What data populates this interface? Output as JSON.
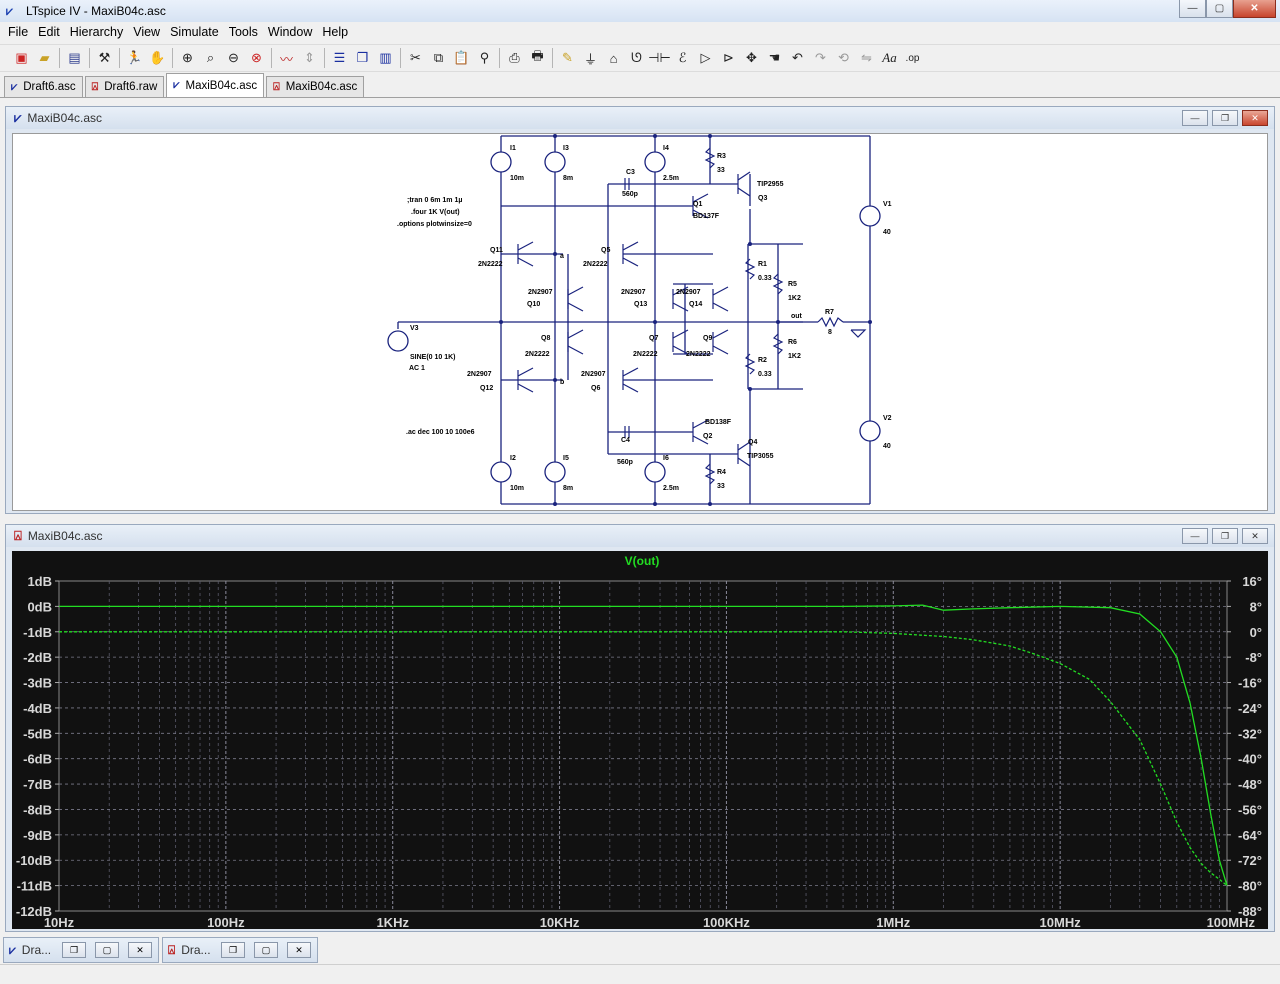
{
  "window": {
    "title": "LTspice IV - MaxiB04c.asc",
    "controls": {
      "minimize": "—",
      "maximize": "▢",
      "close": "✕"
    }
  },
  "menu": [
    "File",
    "Edit",
    "Hierarchy",
    "View",
    "Simulate",
    "Tools",
    "Window",
    "Help"
  ],
  "toolbar_icons": [
    "new-schematic-icon",
    "open-icon",
    "save-icon",
    "control-panel-icon",
    "run-icon",
    "halt-icon",
    "zoom-in-icon",
    "zoom-fit-icon",
    "zoom-out-icon",
    "zoom-cancel-icon",
    "waveform-icon",
    "autorange-icon",
    "tile-horizontal-icon",
    "cascade-icon",
    "tile-vertical-icon",
    "cut-icon",
    "copy-icon",
    "paste-icon",
    "find-icon",
    "print-setup-icon",
    "print-icon",
    "wire-icon",
    "ground-icon",
    "label-icon",
    "resistor-icon",
    "capacitor-icon",
    "inductor-icon",
    "diode-icon",
    "component-icon",
    "move-icon",
    "drag-icon",
    "undo-icon",
    "redo-icon",
    "rotate-icon",
    "mirror-icon",
    "text-icon",
    "spice-directive-icon"
  ],
  "tabs": [
    {
      "label": "Draft6.asc",
      "kind": "schematic"
    },
    {
      "label": "Draft6.raw",
      "kind": "waveform"
    },
    {
      "label": "MaxiB04c.asc",
      "kind": "schematic",
      "active": true
    },
    {
      "label": "MaxiB04c.asc",
      "kind": "waveform"
    }
  ],
  "schematic_window": {
    "title": "MaxiB04c.asc",
    "directives": [
      ";tran 0 6m 1m 1µ",
      ".four 1K V(out)",
      ".options plotwinsize=0",
      ".ac dec 100 10 100e6"
    ],
    "labels": {
      "I1": "I1",
      "I1v": "10m",
      "I3": "I3",
      "I3v": "8m",
      "I4": "I4",
      "I4v": "2.5m",
      "I2": "I2",
      "I2v": "10m",
      "I5": "I5",
      "I5v": "8m",
      "I6": "I6",
      "I6v": "2.5m",
      "C3": "C3",
      "C3v": "560p",
      "C4": "C4",
      "C4v": "560p",
      "R3": "R3",
      "R3v": "33",
      "R4": "R4",
      "R4v": "33",
      "R1": "R1",
      "R1v": "0.33",
      "R2": "R2",
      "R2v": "0.33",
      "R5": "R5",
      "R5v": "1K2",
      "R6": "R6",
      "R6v": "1K2",
      "R7": "R7",
      "R7v": "8",
      "Q1": "Q1",
      "Q1m": "BD137F",
      "Q2": "Q2",
      "Q2m": "BD138F",
      "Q3": "Q3",
      "Q3m": "TIP2955",
      "Q4": "Q4",
      "Q4m": "TIP3055",
      "Q5": "Q5",
      "Q5m": "2N2222",
      "Q6": "Q6",
      "Q6m": "2N2907",
      "Q7": "Q7",
      "Q7m": "2N2222",
      "Q8": "Q8",
      "Q8m": "2N2222",
      "Q9": "Q9",
      "Q9m": "2N2222",
      "Q10": "Q10",
      "Q10m": "2N2907",
      "Q11": "Q11",
      "Q11m": "2N2222",
      "Q12": "Q12",
      "Q12m": "2N2907",
      "Q13": "Q13",
      "Q13m": "2N2907",
      "Q14": "Q14",
      "Q14m": "2N2907",
      "V1": "V1",
      "V1v": "40",
      "V2": "V2",
      "V2v": "40",
      "V3": "V3",
      "V3v": "SINE(0 10 1K)",
      "V3ac": "AC 1",
      "net_a": "a",
      "net_b": "b",
      "net_out": "out"
    }
  },
  "plot_window": {
    "title": "MaxiB04c.asc",
    "trace_label": "V(out)",
    "trace_color": "#22dd22"
  },
  "chart_data": {
    "type": "line",
    "title": "",
    "trace": "V(out)",
    "x_scale": "log",
    "xlim": [
      10,
      100000000
    ],
    "x_ticks": [
      "10Hz",
      "100Hz",
      "1KHz",
      "10KHz",
      "100KHz",
      "1MHz",
      "10MHz",
      "100MHz"
    ],
    "ylim_left": [
      -12,
      1
    ],
    "y_ticks_left": [
      "1dB",
      "0dB",
      "-1dB",
      "-2dB",
      "-3dB",
      "-4dB",
      "-5dB",
      "-6dB",
      "-7dB",
      "-8dB",
      "-9dB",
      "-10dB",
      "-11dB",
      "-12dB"
    ],
    "ylim_right": [
      -88,
      16
    ],
    "y_ticks_right": [
      "16°",
      "8°",
      "0°",
      "-8°",
      "-16°",
      "-24°",
      "-32°",
      "-40°",
      "-48°",
      "-56°",
      "-64°",
      "-72°",
      "-80°",
      "-88°"
    ],
    "grid": true,
    "series": [
      {
        "name": "V(out)",
        "axis": "left",
        "style": "solid",
        "x": [
          10,
          100,
          1000,
          10000,
          100000,
          500000,
          1000000,
          1500000,
          2000000,
          3000000,
          5000000,
          10000000,
          20000000,
          30000000,
          40000000,
          50000000,
          60000000,
          70000000,
          80000000,
          90000000,
          100000000
        ],
        "values": [
          0,
          0,
          0,
          0,
          0,
          0,
          0.02,
          0.05,
          -0.15,
          -0.1,
          -0.05,
          0,
          -0.05,
          -0.3,
          -1.0,
          -2.0,
          -3.8,
          -6.0,
          -8.2,
          -10.0,
          -11.0
        ]
      },
      {
        "name": "V(out) phase",
        "axis": "right",
        "style": "dashed",
        "x": [
          10,
          100,
          1000,
          10000,
          100000,
          500000,
          1000000,
          2000000,
          3000000,
          5000000,
          7000000,
          10000000,
          15000000,
          20000000,
          30000000,
          40000000,
          50000000,
          60000000,
          70000000,
          80000000,
          90000000,
          100000000
        ],
        "values": [
          0,
          0,
          0,
          0,
          0,
          0,
          -0.5,
          -1.5,
          -2.5,
          -4.5,
          -7,
          -10,
          -15,
          -22,
          -34,
          -48,
          -60,
          -68,
          -73,
          -76,
          -78,
          -80
        ]
      }
    ]
  },
  "minimized_windows": [
    {
      "label": "Dra...",
      "kind": "schematic"
    },
    {
      "label": "Dra...",
      "kind": "waveform"
    }
  ]
}
